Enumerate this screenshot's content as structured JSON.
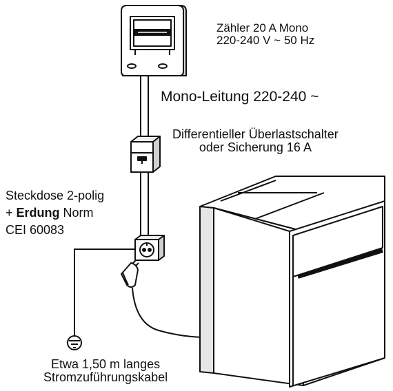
{
  "meter": {
    "line1": "Zähler 20 A Mono",
    "line2": "220-240 V ~ 50 Hz"
  },
  "mono_line": {
    "label": "Mono-Leitung 220-240 ~"
  },
  "breaker": {
    "line1": "Differentieller Überlastschalter",
    "line2": "oder Sicherung 16 A"
  },
  "socket": {
    "line1": "Steckdose 2-polig",
    "line2_prefix": "+ ",
    "line2_bold": "Erdung",
    "line2_suffix": " Norm",
    "line3": "CEI 60083"
  },
  "cable": {
    "line1": "Etwa 1,50 m langes",
    "line2": "Stromzuführungskabel"
  },
  "icons": [
    "electricity-meter-icon",
    "circuit-breaker-icon",
    "wall-socket-icon",
    "plug-icon",
    "ground-symbol-icon",
    "oven-icon"
  ]
}
